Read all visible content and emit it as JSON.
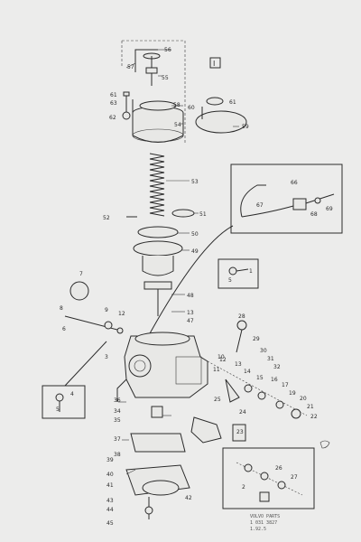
{
  "diagram": {
    "section_label": "I",
    "part_numbers": [
      "56",
      "57",
      "55",
      "61",
      "63",
      "58",
      "60",
      "61",
      "62",
      "54",
      "59",
      "53",
      "66",
      "67",
      "68",
      "69",
      "52",
      "51",
      "50",
      "49",
      "7",
      "8",
      "6",
      "9",
      "12",
      "48",
      "13",
      "47",
      "5",
      "1",
      "4",
      "5",
      "28",
      "29",
      "30",
      "31",
      "32",
      "10",
      "15",
      "16",
      "17",
      "3",
      "36",
      "11",
      "12",
      "13",
      "14",
      "19",
      "20",
      "21",
      "22",
      "35",
      "34",
      "37",
      "38",
      "39",
      "40",
      "41",
      "42",
      "43",
      "44",
      "45",
      "23",
      "24",
      "25",
      "26",
      "27",
      "2"
    ],
    "caption": [
      "VOLVO PARTS",
      "1 031 3827",
      "1.92.5"
    ]
  }
}
